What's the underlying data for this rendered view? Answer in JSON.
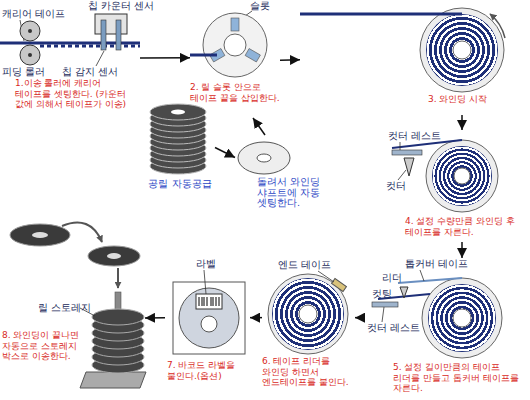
{
  "diagram": {
    "nodes": [
      {
        "text": [
          "1.이송 롤러에 캐리어 테이프를 셋팅한다. (카운터 값에 의해서 테이프가 이송)"
        ]
      },
      {
        "text": [
          "2. 릴 슬롯 안으로 테이프 끝을 삽입한다."
        ]
      },
      {
        "text": [
          "3. 와인딩 시작"
        ]
      },
      {
        "text": [
          "4. 설정 수량만큼 와인딩 후 테이프를 자른다."
        ]
      },
      {
        "text": [
          "5. 설정 길이만큼의 테이프 리더를 만들고 톱커버 테이프를 자른다."
        ]
      },
      {
        "text": [
          "6. 테이프 리더를 와인딩 하면서 엔드테이프를 붙인다."
        ]
      },
      {
        "text": [
          "7. 바코드 라벨을 붙인다.(옵션)"
        ]
      },
      {
        "text": [
          "8. 와인딩이 끝나면 자동으로 스토레지 박스로 이송한다."
        ]
      },
      {
        "text": [
          "공릴 자동공급"
        ]
      },
      {
        "text": [
          "돌려서 와인딩 샤프트에 자동 셋팅한다."
        ]
      }
    ],
    "edges": [
      {
        "from": 0,
        "to": 1,
        "arrow": "to"
      },
      {
        "from": 1,
        "to": 2,
        "arrow": "to"
      },
      {
        "from": 2,
        "to": 3,
        "arrow": "to"
      },
      {
        "from": 3,
        "to": 4,
        "arrow": "to"
      },
      {
        "from": 4,
        "to": 5,
        "arrow": "to"
      },
      {
        "from": 5,
        "to": 6,
        "arrow": "to"
      },
      {
        "from": 6,
        "to": 7,
        "arrow": "to"
      },
      {
        "from": 8,
        "to": 9,
        "arrow": "to"
      },
      {
        "from": 9,
        "to": 1,
        "arrow": "to"
      }
    ],
    "labels": [
      "캐리어 테이프",
      "칩 카운터 센서",
      "피딩 롤러",
      "칩 감지 센서",
      "슬롯",
      "컷터 레스트",
      "컷터",
      "톱커버 테이프",
      "리더",
      "컷팅",
      "컷터 레스트",
      "엔드 테이프",
      "라벨",
      "릴 스토레지"
    ]
  }
}
